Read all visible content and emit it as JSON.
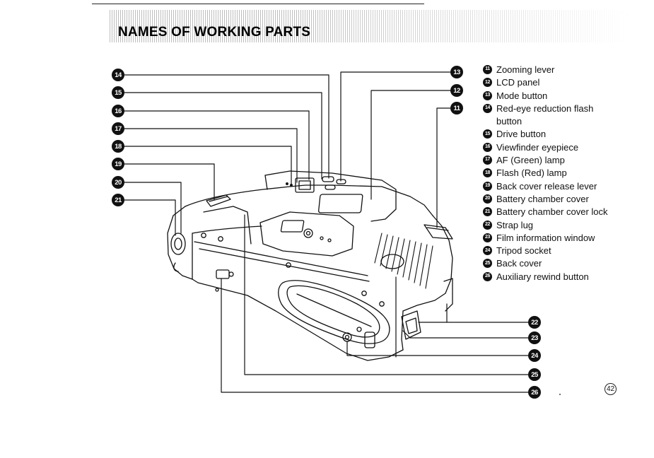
{
  "header": {
    "title": "NAMES OF WORKING PARTS"
  },
  "callouts": {
    "c11": "11",
    "c12": "12",
    "c13": "13",
    "c14": "14",
    "c15": "15",
    "c16": "16",
    "c17": "17",
    "c18": "18",
    "c19": "19",
    "c20": "20",
    "c21": "21",
    "c22": "22",
    "c23": "23",
    "c24": "24",
    "c25": "25",
    "c26": "26"
  },
  "legend": {
    "items": [
      {
        "num": "11",
        "label": "Zooming lever"
      },
      {
        "num": "12",
        "label": "LCD panel"
      },
      {
        "num": "13",
        "label": "Mode button"
      },
      {
        "num": "14",
        "label": "Red-eye reduction flash button"
      },
      {
        "num": "15",
        "label": "Drive button"
      },
      {
        "num": "16",
        "label": "Viewfinder eyepiece"
      },
      {
        "num": "17",
        "label": "AF (Green) lamp"
      },
      {
        "num": "18",
        "label": "Flash (Red) lamp"
      },
      {
        "num": "19",
        "label": "Back cover release lever"
      },
      {
        "num": "20",
        "label": "Battery chamber cover"
      },
      {
        "num": "21",
        "label": "Battery chamber cover lock"
      },
      {
        "num": "22",
        "label": "Strap lug"
      },
      {
        "num": "23",
        "label": "Film information window"
      },
      {
        "num": "24",
        "label": "Tripod socket"
      },
      {
        "num": "25",
        "label": "Back cover"
      },
      {
        "num": "26",
        "label": "Auxiliary rewind button"
      }
    ]
  },
  "footer": {
    "page_number": "42"
  }
}
